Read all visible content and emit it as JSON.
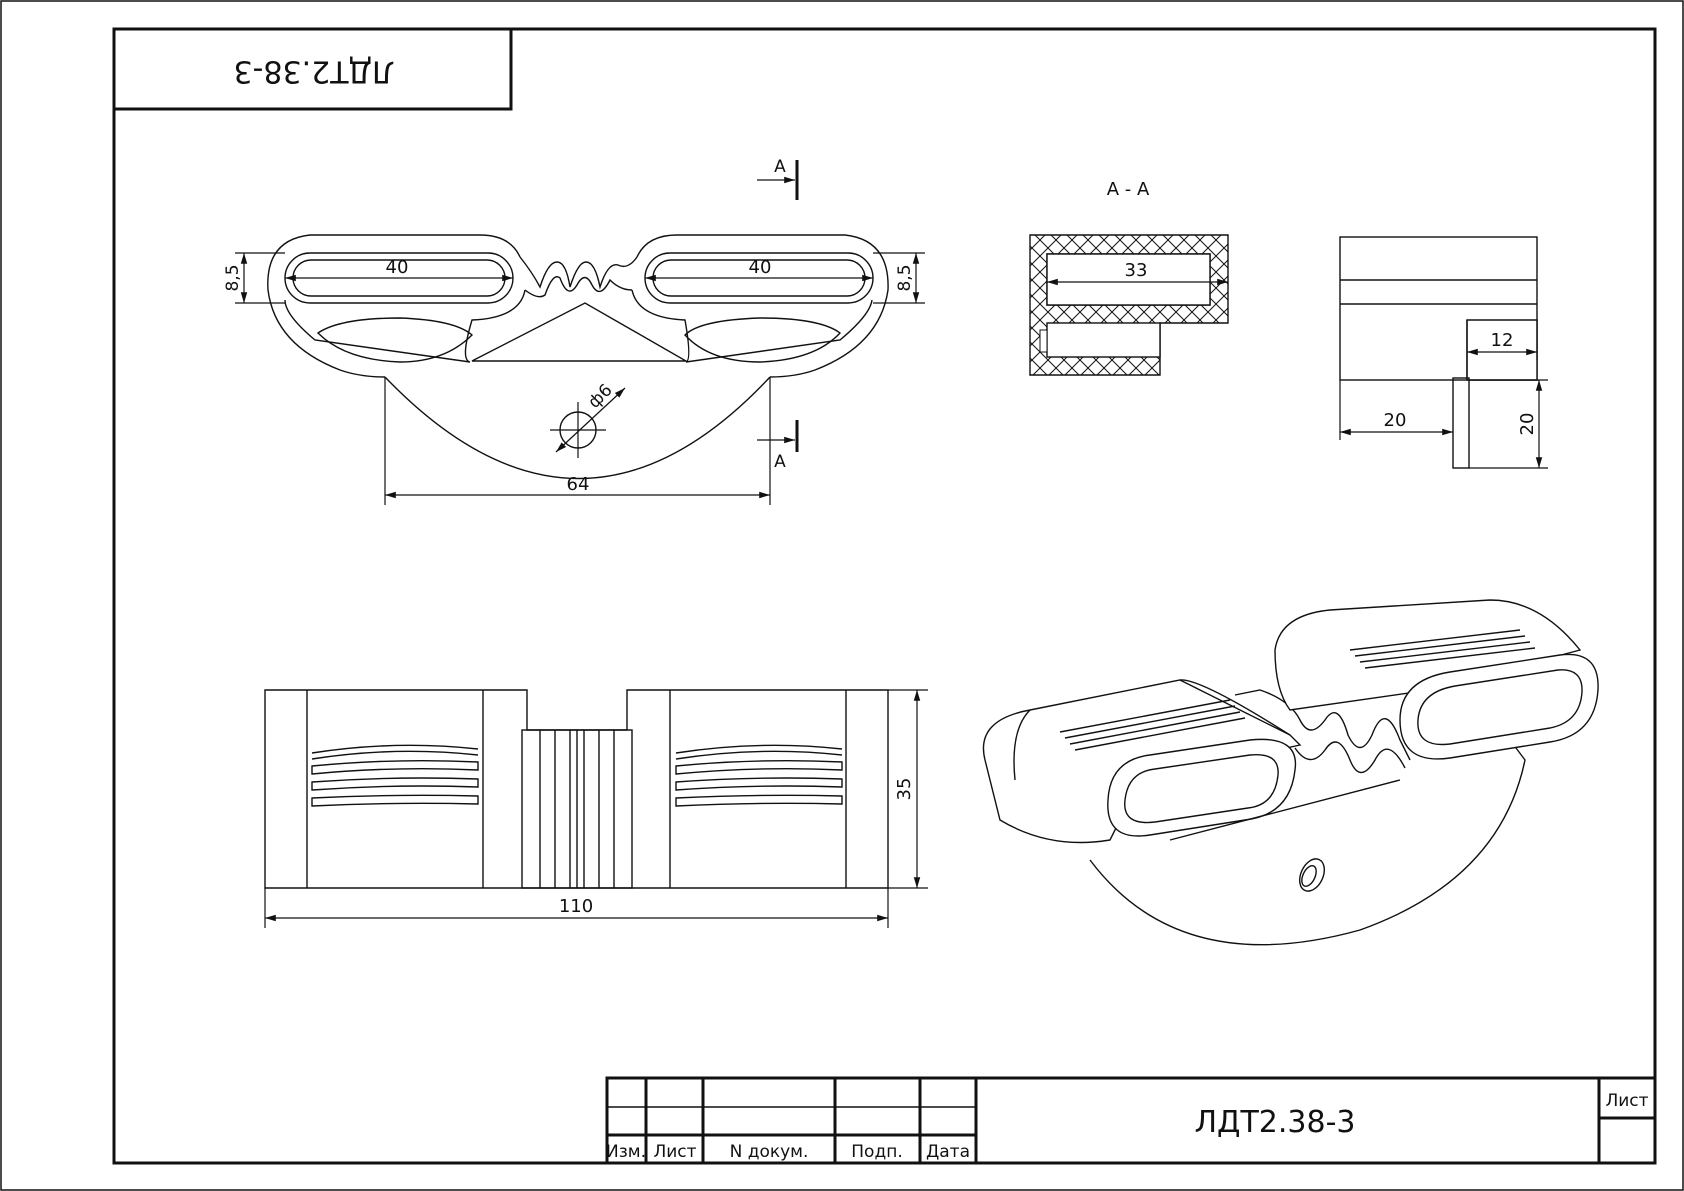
{
  "drawing": {
    "designation": "ЛДТ2.38-3",
    "designation_rotated": "ЛДТ2.38-3",
    "section_title": "А - А",
    "section_label": "А",
    "dimensions": {
      "slot_left": "40",
      "slot_right": "40",
      "height_left": "8,5",
      "height_right": "8,5",
      "hole_dia": "ф6",
      "base_width": "64",
      "section_inner": "33",
      "side_12": "12",
      "side_20_h": "20",
      "side_20_v": "20",
      "front_height": "35",
      "front_width": "110"
    }
  },
  "title_block": {
    "col_izm": "Изм.",
    "col_list": "Лист",
    "col_ndoc": "N докум.",
    "col_podp": "Подп.",
    "col_data": "Дата",
    "code": "ЛДТ2.38-3",
    "sheet_label": "Лист"
  }
}
